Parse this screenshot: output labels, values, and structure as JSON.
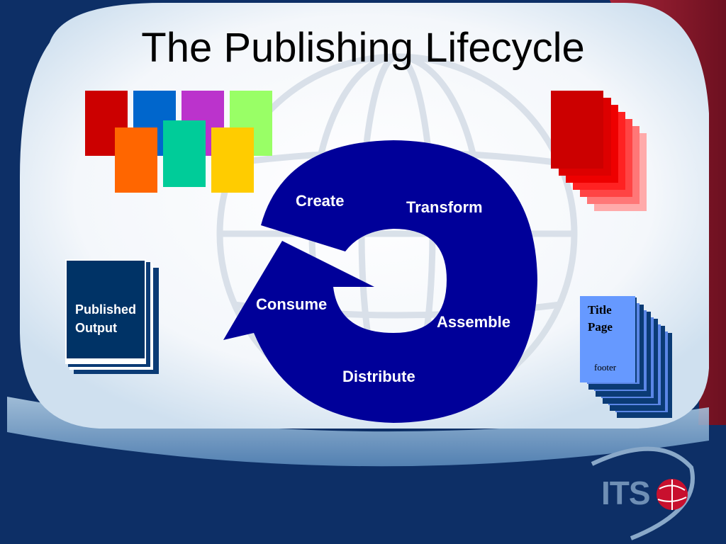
{
  "title": "The Publishing Lifecycle",
  "cycle": {
    "color": "#000099",
    "stages": [
      "Create",
      "Transform",
      "Assemble",
      "Distribute",
      "Consume"
    ]
  },
  "published_output": {
    "label_lines": [
      "Published",
      "Output"
    ],
    "color": "#003366"
  },
  "title_page_stack": {
    "label_lines": [
      "Title",
      "Page"
    ],
    "footer": "footer",
    "color": "#6699ff"
  },
  "logo": {
    "text": "ITS"
  },
  "colors": {
    "background_blue": "#0d2f66",
    "maroon_accent": "#8b1a2a",
    "tile_colors": [
      "#cc0000",
      "#0066cc",
      "#bb33cc",
      "#99ff66",
      "#ff6600",
      "#00cc99",
      "#ffcc00"
    ],
    "red_stack": "#dd0000"
  }
}
